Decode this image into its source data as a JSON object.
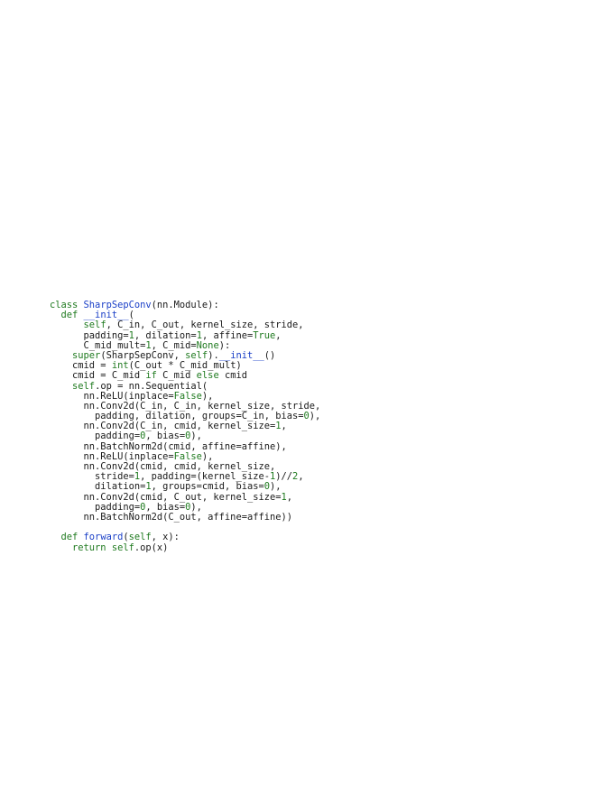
{
  "colors": {
    "text": "#1a1a1a",
    "keyword": "#1f7a1f",
    "function_name": "#1a3fc7"
  },
  "code": {
    "language": "python",
    "lines": [
      [
        [
          "kw",
          "class "
        ],
        [
          "fn",
          "SharpSepConv"
        ],
        [
          "pl",
          "(nn.Module):"
        ]
      ],
      [
        [
          "pl",
          "  "
        ],
        [
          "kw",
          "def "
        ],
        [
          "fn",
          "__init__"
        ],
        [
          "pl",
          "("
        ]
      ],
      [
        [
          "pl",
          "      "
        ],
        [
          "kw",
          "self"
        ],
        [
          "pl",
          ", C_in, C_out, kernel_size, stride,"
        ]
      ],
      [
        [
          "pl",
          "      padding="
        ],
        [
          "num",
          "1"
        ],
        [
          "pl",
          ", dilation="
        ],
        [
          "num",
          "1"
        ],
        [
          "pl",
          ", affine="
        ],
        [
          "kw",
          "True"
        ],
        [
          "pl",
          ","
        ]
      ],
      [
        [
          "pl",
          "      C_mid_mult="
        ],
        [
          "num",
          "1"
        ],
        [
          "pl",
          ", C_mid="
        ],
        [
          "kw",
          "None"
        ],
        [
          "pl",
          "):"
        ]
      ],
      [
        [
          "pl",
          "    "
        ],
        [
          "bi",
          "super"
        ],
        [
          "pl",
          "(SharpSepConv, "
        ],
        [
          "kw",
          "self"
        ],
        [
          "pl",
          ")."
        ],
        [
          "fn",
          "__init__"
        ],
        [
          "pl",
          "()"
        ]
      ],
      [
        [
          "pl",
          "    cmid = "
        ],
        [
          "bi",
          "int"
        ],
        [
          "pl",
          "(C_out * C_mid_mult)"
        ]
      ],
      [
        [
          "pl",
          "    cmid = C_mid "
        ],
        [
          "kw",
          "if"
        ],
        [
          "pl",
          " C_mid "
        ],
        [
          "kw",
          "else"
        ],
        [
          "pl",
          " cmid"
        ]
      ],
      [
        [
          "pl",
          "    "
        ],
        [
          "kw",
          "self"
        ],
        [
          "pl",
          ".op = nn.Sequential("
        ]
      ],
      [
        [
          "pl",
          "      nn.ReLU(inplace="
        ],
        [
          "kw",
          "False"
        ],
        [
          "pl",
          "),"
        ]
      ],
      [
        [
          "pl",
          "      nn.Conv2d(C_in, C_in, kernel_size, stride,"
        ]
      ],
      [
        [
          "pl",
          "        padding, dilation, groups=C_in, bias="
        ],
        [
          "num",
          "0"
        ],
        [
          "pl",
          "),"
        ]
      ],
      [
        [
          "pl",
          "      nn.Conv2d(C_in, cmid, kernel_size="
        ],
        [
          "num",
          "1"
        ],
        [
          "pl",
          ","
        ]
      ],
      [
        [
          "pl",
          "        padding="
        ],
        [
          "num",
          "0"
        ],
        [
          "pl",
          ", bias="
        ],
        [
          "num",
          "0"
        ],
        [
          "pl",
          "),"
        ]
      ],
      [
        [
          "pl",
          "      nn.BatchNorm2d(cmid, affine=affine),"
        ]
      ],
      [
        [
          "pl",
          "      nn.ReLU(inplace="
        ],
        [
          "kw",
          "False"
        ],
        [
          "pl",
          "),"
        ]
      ],
      [
        [
          "pl",
          "      nn.Conv2d(cmid, cmid, kernel_size,"
        ]
      ],
      [
        [
          "pl",
          "        stride="
        ],
        [
          "num",
          "1"
        ],
        [
          "pl",
          ", padding=(kernel_size-"
        ],
        [
          "num",
          "1"
        ],
        [
          "pl",
          ")//"
        ],
        [
          "num",
          "2"
        ],
        [
          "pl",
          ","
        ]
      ],
      [
        [
          "pl",
          "        dilation="
        ],
        [
          "num",
          "1"
        ],
        [
          "pl",
          ", groups=cmid, bias="
        ],
        [
          "num",
          "0"
        ],
        [
          "pl",
          "),"
        ]
      ],
      [
        [
          "pl",
          "      nn.Conv2d(cmid, C_out, kernel_size="
        ],
        [
          "num",
          "1"
        ],
        [
          "pl",
          ","
        ]
      ],
      [
        [
          "pl",
          "        padding="
        ],
        [
          "num",
          "0"
        ],
        [
          "pl",
          ", bias="
        ],
        [
          "num",
          "0"
        ],
        [
          "pl",
          "),"
        ]
      ],
      [
        [
          "pl",
          "      nn.BatchNorm2d(C_out, affine=affine))"
        ]
      ],
      [
        [
          "pl",
          ""
        ]
      ],
      [
        [
          "pl",
          "  "
        ],
        [
          "kw",
          "def "
        ],
        [
          "fn",
          "forward"
        ],
        [
          "pl",
          "("
        ],
        [
          "kw",
          "self"
        ],
        [
          "pl",
          ", x):"
        ]
      ],
      [
        [
          "pl",
          "    "
        ],
        [
          "kw",
          "return "
        ],
        [
          "kw",
          "self"
        ],
        [
          "pl",
          ".op(x)"
        ]
      ]
    ]
  }
}
